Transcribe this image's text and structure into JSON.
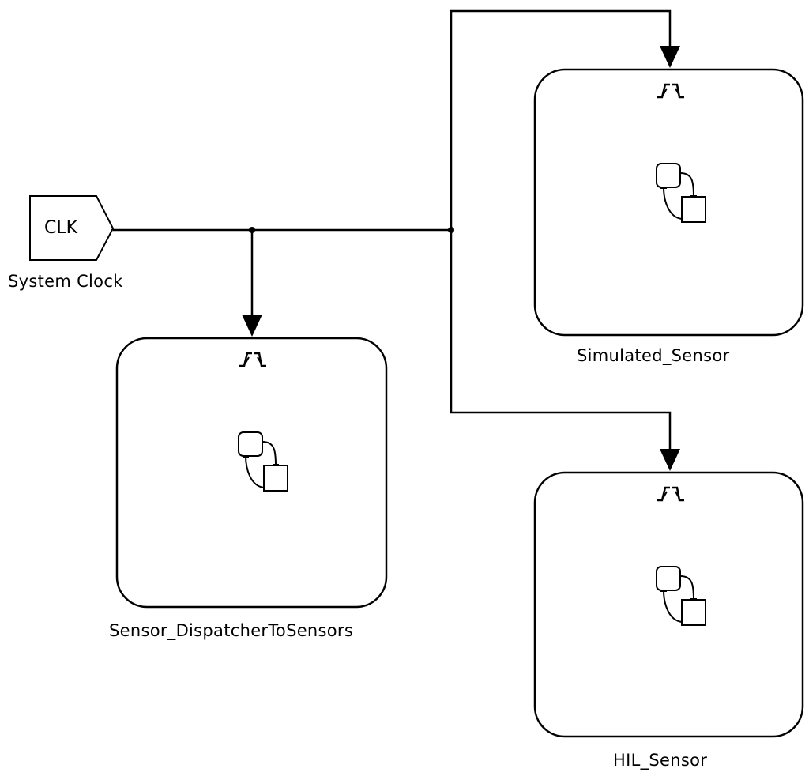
{
  "clock": {
    "text": "CLK",
    "label": "System Clock"
  },
  "blocks": {
    "dispatcher": {
      "label": "Sensor_DispatcherToSensors",
      "icon": "stateflow-chart-icon",
      "trigger": "edge-trigger-icon"
    },
    "simulated": {
      "label": "Simulated_Sensor",
      "icon": "stateflow-chart-icon",
      "trigger": "edge-trigger-icon"
    },
    "hil": {
      "label": "HIL_Sensor",
      "icon": "stateflow-chart-icon",
      "trigger": "edge-trigger-icon"
    }
  },
  "colors": {
    "stroke": "#000000",
    "background": "#ffffff"
  }
}
